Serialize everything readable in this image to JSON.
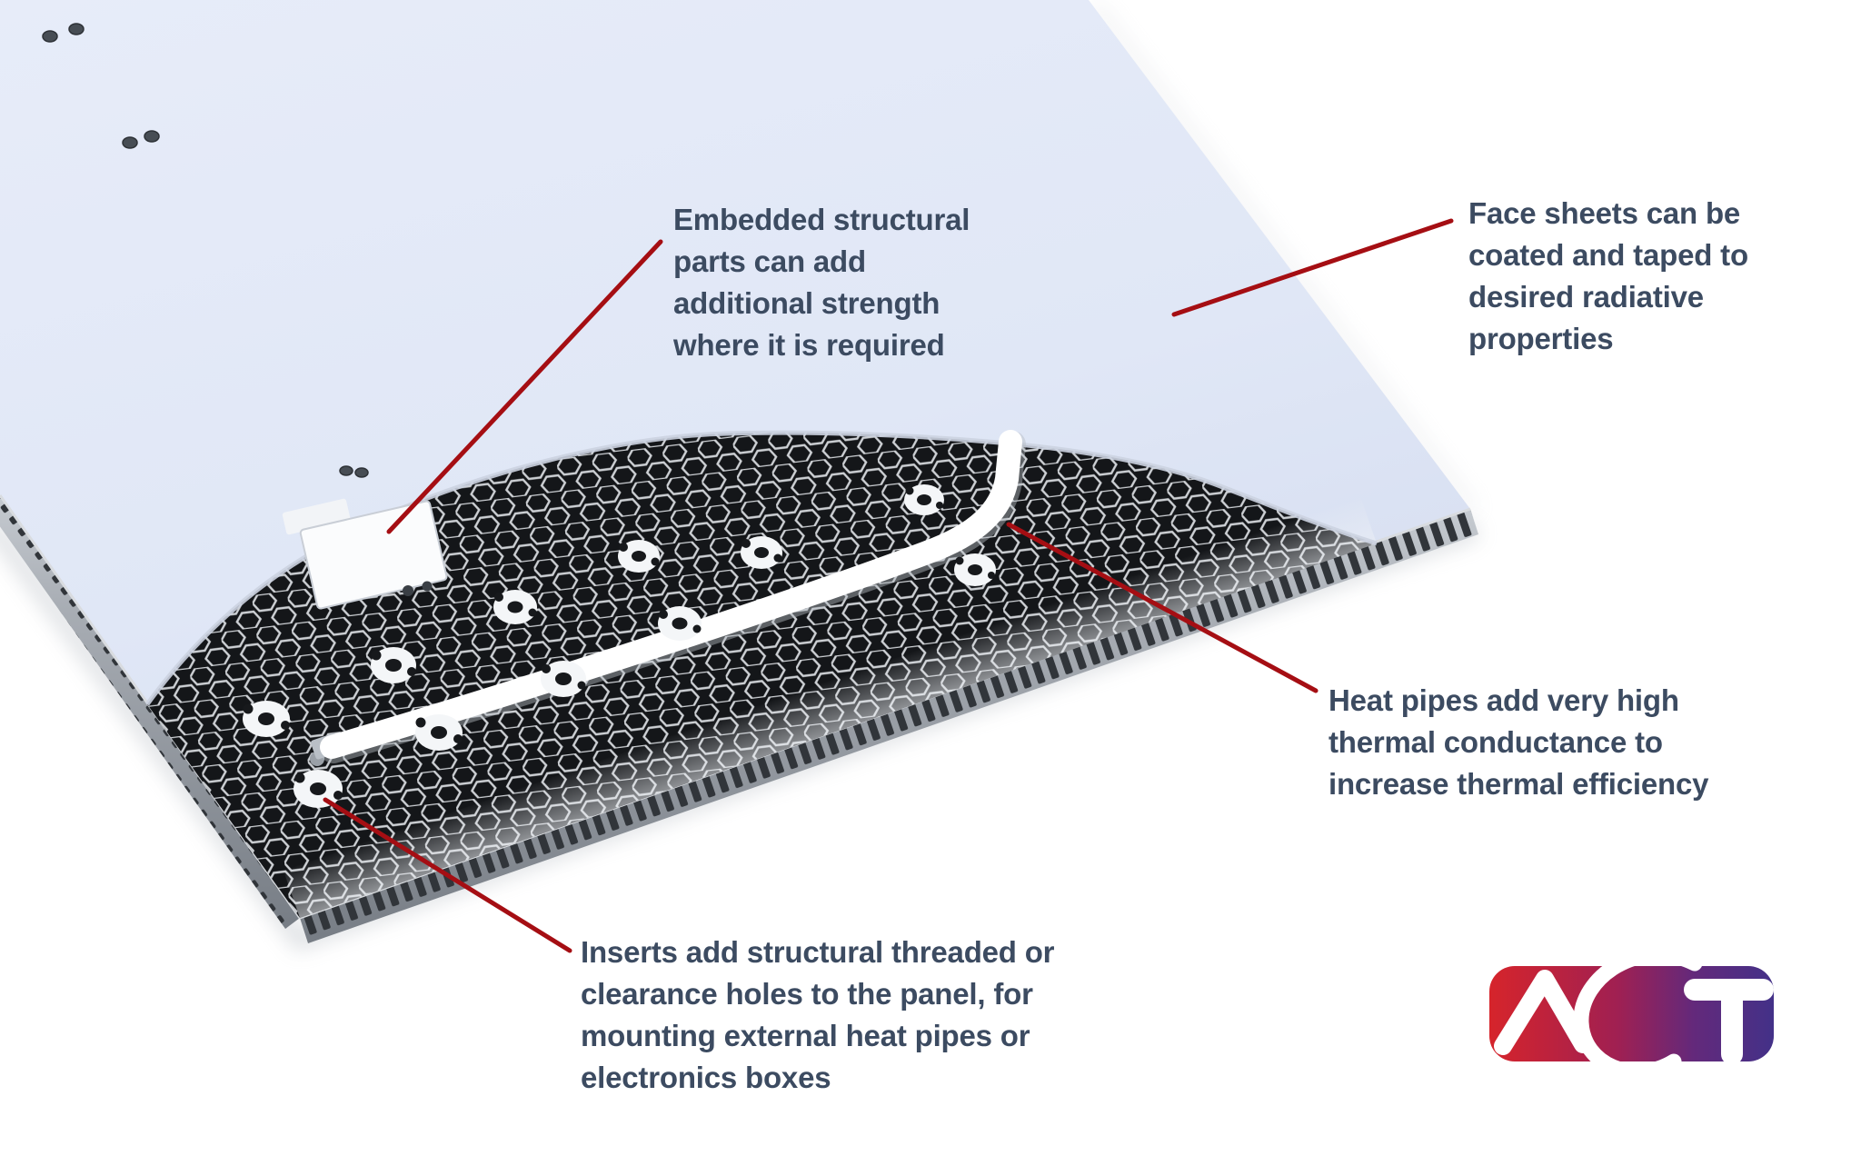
{
  "colors": {
    "background": "#ffffff",
    "face_sheet": "#e3e9f7",
    "face_sheet_deep": "#d7dff2",
    "honeycomb_bg": "#141619",
    "honeycomb_wall": "#d7dade",
    "panel_edge_light": "#c2c7cd",
    "panel_edge_dark": "#7e848c",
    "heat_pipe": "#ffffff",
    "insert": "#f4f6f8",
    "leader": "#a50e13",
    "text": "#3c4b61",
    "logo_gradient_left": "#d6242b",
    "logo_gradient_mid": "#8f2356",
    "logo_gradient_right": "#433188"
  },
  "callouts": [
    {
      "id": "embedded-parts",
      "lines": [
        "Embedded structural",
        "parts can add",
        "additional strength",
        "where it is required"
      ]
    },
    {
      "id": "face-sheets",
      "lines": [
        "Face sheets can be",
        "coated and taped to",
        "desired radiative",
        "properties"
      ]
    },
    {
      "id": "heat-pipes",
      "lines": [
        "Heat pipes add very high",
        "thermal conductance to",
        "increase thermal efficiency"
      ]
    },
    {
      "id": "inserts",
      "lines": [
        "Inserts add structural threaded or",
        "clearance holes to the panel, for",
        "mounting external heat pipes or",
        "electronics boxes"
      ]
    }
  ],
  "scene": {
    "subject": "honeycomb-sandwich-panel-cutaway",
    "features": [
      "face-sheet",
      "honeycomb-core",
      "embedded-structural-part",
      "heat-pipe",
      "inserts",
      "panel-edge"
    ]
  },
  "logo": {
    "text": "ACT"
  }
}
